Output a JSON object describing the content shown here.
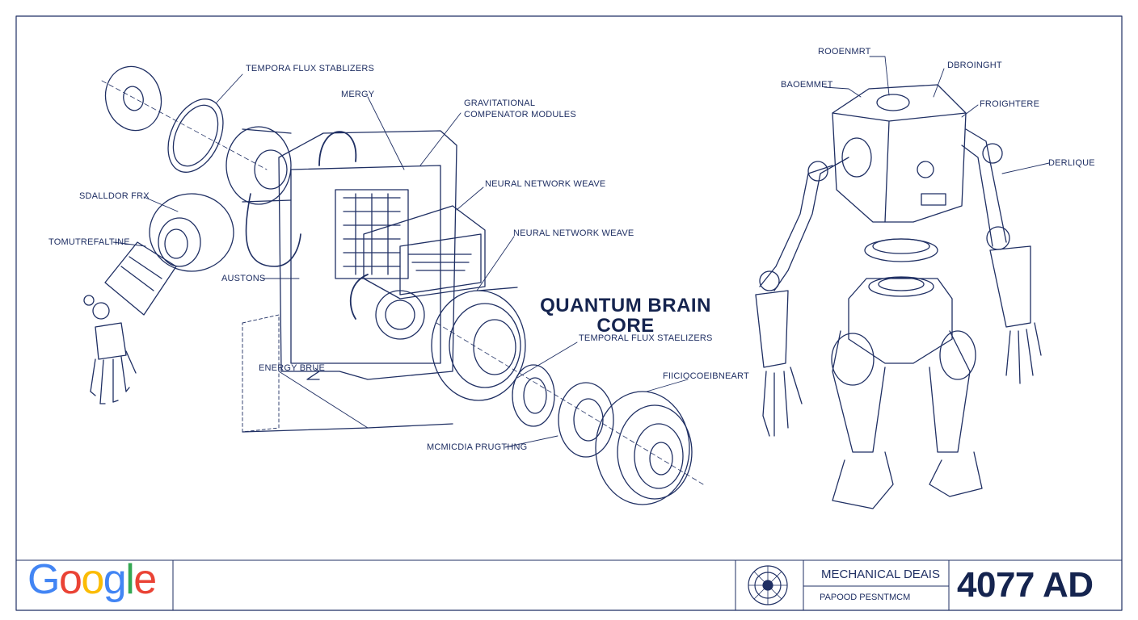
{
  "title_lines": [
    "QUANTUM BRAIN",
    "CORE"
  ],
  "callouts": {
    "temporal_flux_top": "TEMPORA FLUX STABLIZERS",
    "mergy": "MERGY",
    "gravitational_1": "GRAVITATIONAL",
    "gravitational_2": "COMPENATOR MODULES",
    "neural_weave_1": "NEURAL NETWORK WEAVE",
    "neural_weave_2": "NEURAL NETWORK WEAVE",
    "sdalldor": "SDALLDOR FRX",
    "tomu": "TOMUTREFALTINE",
    "austons": "AUSTONS",
    "energy_brue": "ENERGY BRUE",
    "temporal_flux_mid": "TEMPORAL FLUX STAELIZERS",
    "ficiocoer": "FIICIOCOEIBNEART",
    "mcmedia": "MCMICDIA PRUGTHNG",
    "roadmart": "ROOENMRT",
    "dbgloight": "DBROINGHT",
    "baonemet": "BAOEMMET",
    "froightere": "FROIGHTERE",
    "derlique": "DERLIQUE"
  },
  "logo": {
    "letters": [
      "G",
      "o",
      "o",
      "g",
      "l",
      "e"
    ],
    "colors": [
      "#4285F4",
      "#EA4335",
      "#FBBC05",
      "#4285F4",
      "#34A853",
      "#EA4335"
    ]
  },
  "title_block": {
    "dept": "MECHANICAL DEAIS",
    "sub": "PAPOOD PESNTMCM",
    "year": "4077 AD"
  },
  "colors": {
    "ink": "#1f2f63",
    "ink_dark": "#15244f",
    "paper": "#ffffff"
  }
}
